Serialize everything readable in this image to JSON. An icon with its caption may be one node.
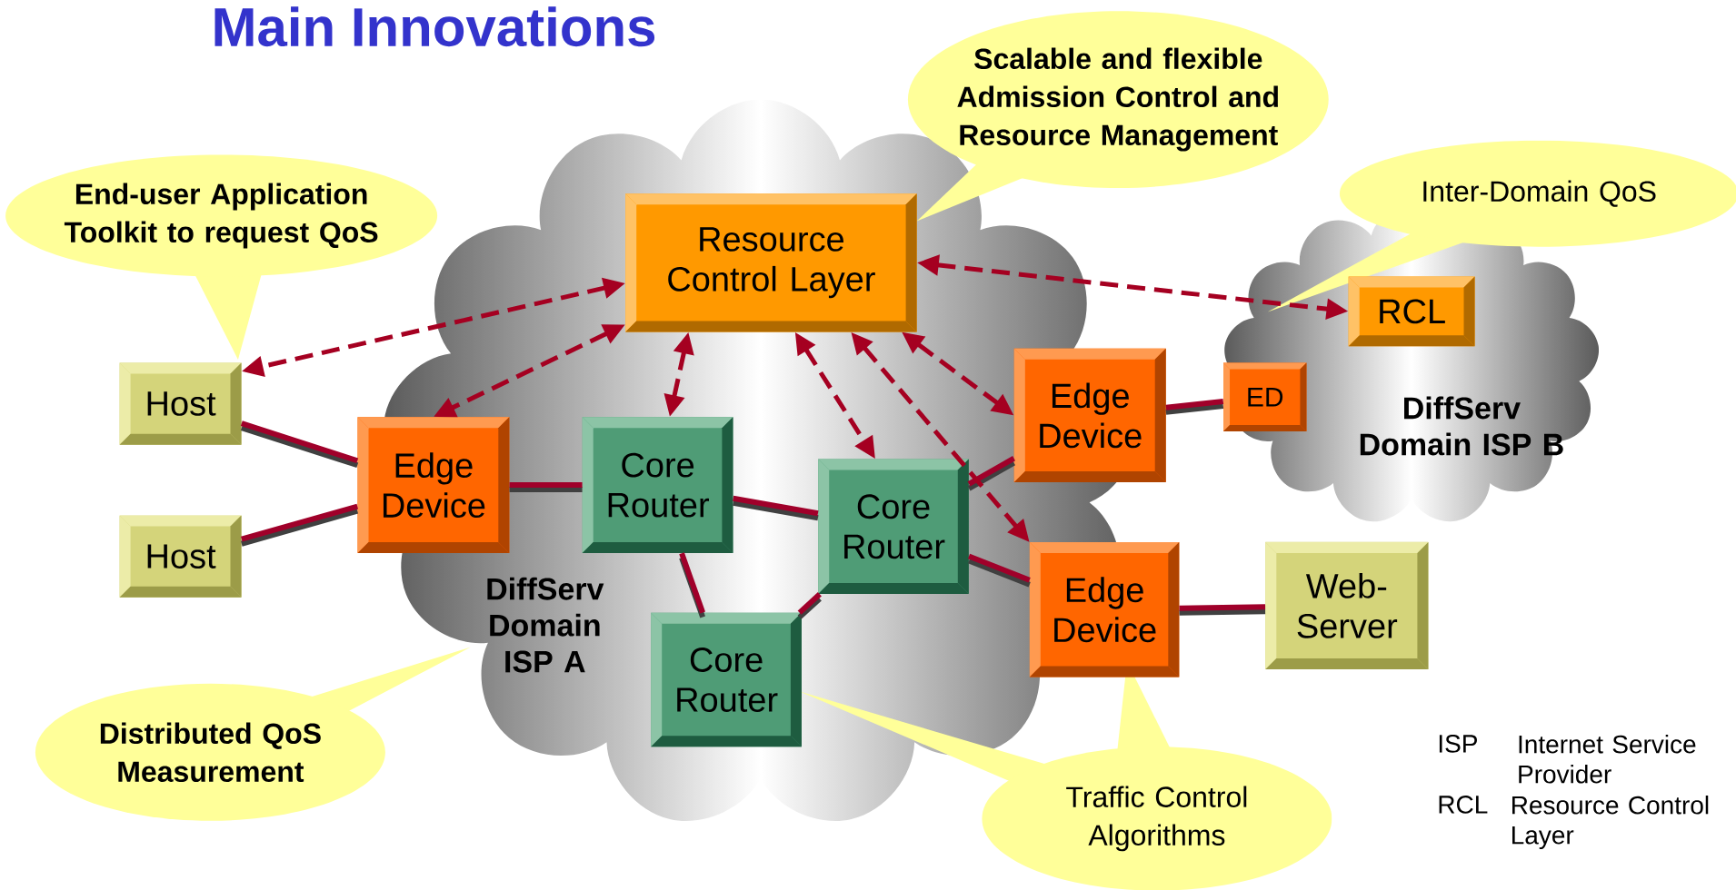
{
  "diagram": {
    "title": "Main Innovations",
    "nodes": [
      {
        "text": [
          "DiffServ Domain ISP A"
        ]
      },
      {
        "text": [
          "DiffServ Domain ISP B"
        ]
      },
      {
        "text": [
          "Resource Control Layer"
        ]
      },
      {
        "text": [
          "Host"
        ]
      },
      {
        "text": [
          "Host"
        ]
      },
      {
        "text": [
          "Edge Device"
        ]
      },
      {
        "text": [
          "Core Router"
        ]
      },
      {
        "text": [
          "Core Router"
        ]
      },
      {
        "text": [
          "Core Router"
        ]
      },
      {
        "text": [
          "Edge Device"
        ]
      },
      {
        "text": [
          "Edge Device"
        ]
      },
      {
        "text": [
          "ED"
        ]
      },
      {
        "text": [
          "RCL"
        ]
      },
      {
        "text": [
          "Web-Server"
        ]
      },
      {
        "text": [
          "End-user Application Toolkit to request QoS"
        ]
      },
      {
        "text": [
          "Scalable and flexible Admission Control and Resource Management"
        ]
      },
      {
        "text": [
          "Inter-Domain QoS"
        ]
      },
      {
        "text": [
          "Distributed QoS Measurement"
        ]
      },
      {
        "text": [
          "Traffic Control Algorithms"
        ]
      }
    ],
    "edges": [
      {
        "from": 3,
        "to": 5,
        "arrow": "none"
      },
      {
        "from": 4,
        "to": 5,
        "arrow": "none"
      },
      {
        "from": 5,
        "to": 6,
        "arrow": "none"
      },
      {
        "from": 6,
        "to": 7,
        "arrow": "none"
      },
      {
        "from": 6,
        "to": 8,
        "arrow": "none"
      },
      {
        "from": 8,
        "to": 7,
        "arrow": "none"
      },
      {
        "from": 7,
        "to": 9,
        "arrow": "none"
      },
      {
        "from": 7,
        "to": 10,
        "arrow": "none"
      },
      {
        "from": 9,
        "to": 11,
        "arrow": "none"
      },
      {
        "from": 10,
        "to": 13,
        "arrow": "none"
      },
      {
        "from": 2,
        "to": 3,
        "arrow": "both",
        "style": "dashed",
        "color": "#a50021"
      },
      {
        "from": 2,
        "to": 5,
        "arrow": "both",
        "style": "dashed",
        "color": "#a50021"
      },
      {
        "from": 2,
        "to": 6,
        "arrow": "both",
        "style": "dashed",
        "color": "#a50021"
      },
      {
        "from": 2,
        "to": 7,
        "arrow": "both",
        "style": "dashed",
        "color": "#a50021"
      },
      {
        "from": 2,
        "to": 10,
        "arrow": "both",
        "style": "dashed",
        "color": "#a50021"
      },
      {
        "from": 2,
        "to": 9,
        "arrow": "both",
        "style": "dashed",
        "color": "#a50021"
      },
      {
        "from": 2,
        "to": 12,
        "arrow": "both",
        "style": "dashed",
        "color": "#a50021"
      }
    ],
    "labels": [
      "ISP",
      "Internet Service Provider",
      "RCL",
      "Resource Control Layer"
    ]
  }
}
